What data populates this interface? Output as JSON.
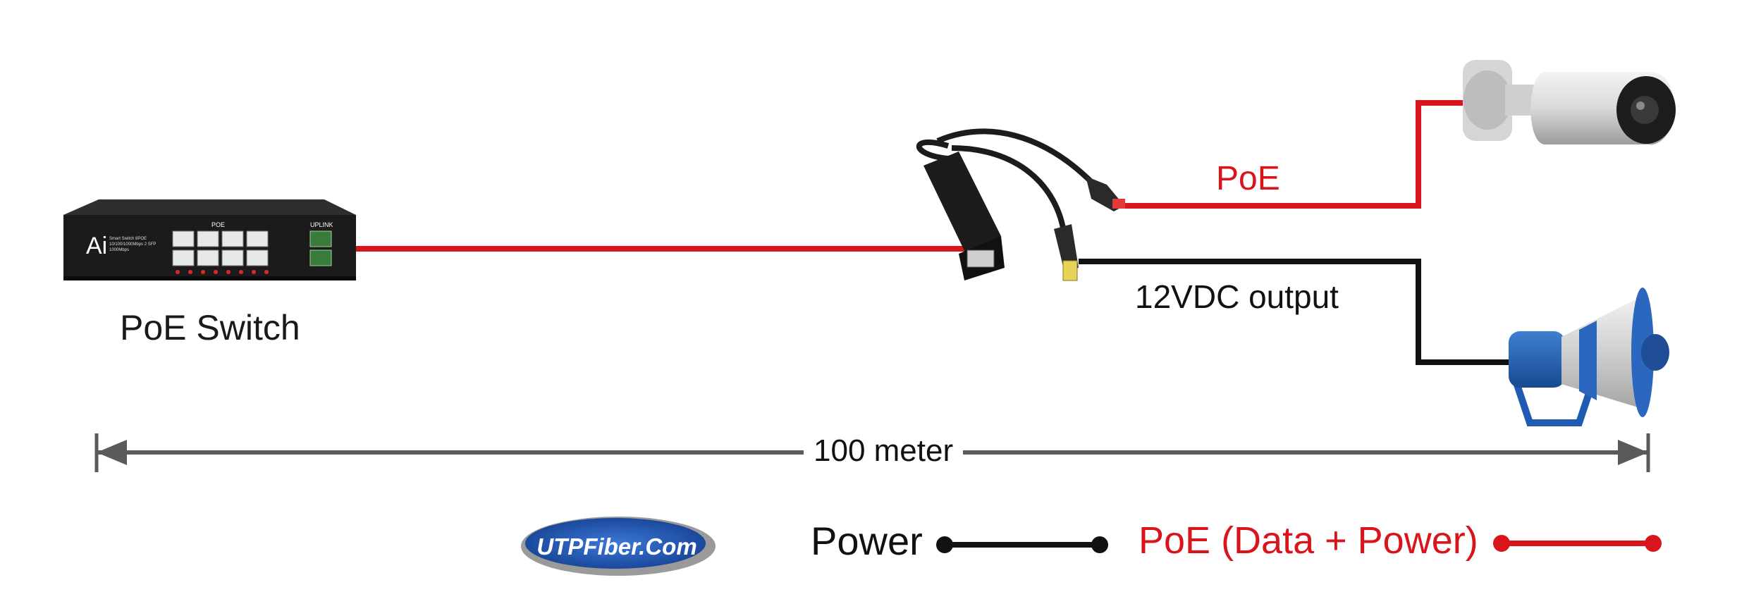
{
  "labels": {
    "switch": "PoE Switch",
    "poe_line": "PoE",
    "dc_output": "12VDC output",
    "distance": "100 meter"
  },
  "legend": {
    "power": "Power",
    "poe_data_power": "PoE (Data + Power)"
  },
  "logo": {
    "text": "UTPFiber.Com"
  },
  "switch_panel": {
    "brand": "Ai",
    "ports_label": "POE",
    "uplink_label": "UPLINK",
    "desc": "Smart Switch 8POE 10/100/1000Mbps 2 SFP 1000Mbps"
  },
  "colors": {
    "poe": "#d7151a",
    "power": "#111111",
    "dimension": "#5a5a5a",
    "logo_blue": "#1f5bb3"
  }
}
